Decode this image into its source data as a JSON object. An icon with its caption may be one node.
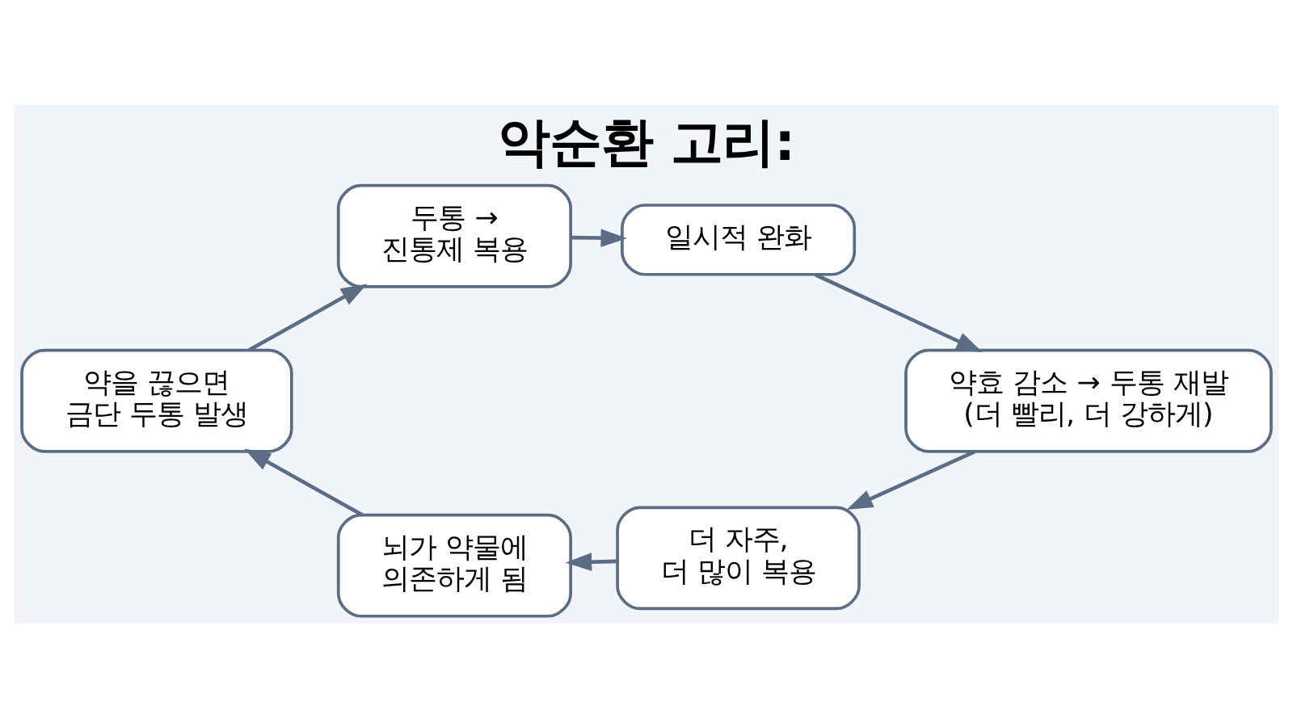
{
  "diagram": {
    "title": "악순환 고리:",
    "nodes": [
      {
        "text": [
          "두통 → 진통제 복용"
        ]
      },
      {
        "text": [
          "일시적 완화"
        ]
      },
      {
        "text": [
          "약효 감소 → 두통 재발 (더 빨리, 더 강하게)"
        ]
      },
      {
        "text": [
          "더 자주, 더 많이 복용"
        ]
      },
      {
        "text": [
          "뇌가 약물에 의존하게 됨"
        ]
      },
      {
        "text": [
          "약을 끊으면 금단 두통 발생"
        ]
      }
    ],
    "edges": [
      {
        "from": 0,
        "to": 1,
        "arrow": "to"
      },
      {
        "from": 1,
        "to": 2,
        "arrow": "to"
      },
      {
        "from": 2,
        "to": 3,
        "arrow": "to"
      },
      {
        "from": 3,
        "to": 4,
        "arrow": "to"
      },
      {
        "from": 4,
        "to": 5,
        "arrow": "to"
      },
      {
        "from": 5,
        "to": 0,
        "arrow": "to"
      }
    ]
  }
}
